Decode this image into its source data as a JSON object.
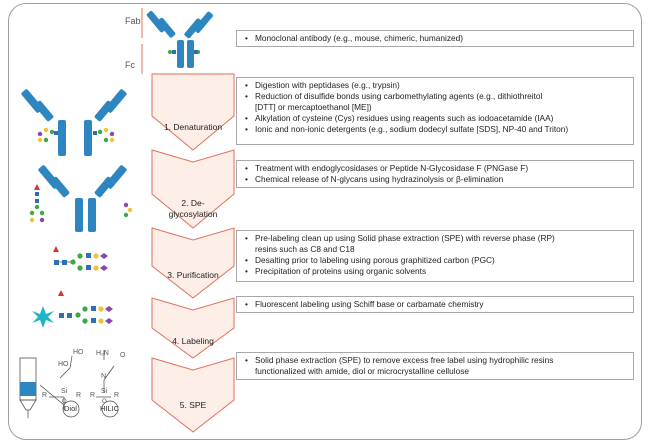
{
  "labels": {
    "fab": "Fab",
    "fc": "Fc",
    "diol": "Diol",
    "hilic": "HILIC",
    "chem_ho": "HO",
    "chem_ho2": "HO",
    "chem_o": "O",
    "chem_h2n": "H₂N",
    "chem_r1": "R",
    "chem_si1": "Si",
    "chem_r2": "R",
    "chem_r3": "R",
    "chem_si2": "Si",
    "chem_r4": "R",
    "chem_o1": "O",
    "chem_o2": "O",
    "chem_n": "N"
  },
  "steps": [
    {
      "label": ""
    },
    {
      "label": "1. Denaturation"
    },
    {
      "label": "2. De-",
      "label2": "glycosylation"
    },
    {
      "label": "3. Purification"
    },
    {
      "label": "4. Labeling"
    },
    {
      "label": "5. SPE"
    }
  ],
  "boxes": [
    {
      "items": [
        "Monoclonal antibody (e.g., mouse, chimeric, humanized)"
      ]
    },
    {
      "items": [
        "Digestion with peptidases (e.g., trypsin)",
        "Reduction of disulfide bonds using carbomethylating agents (e.g., dithiothreitol",
        "[DTT] or mercaptoethanol [ME])",
        "Alkylation of cysteine (Cys) residues using reagents such as iodoacetamide (IAA)",
        "Ionic and non-ionic detergents (e.g., sodium dodecyl sulfate [SDS], NP-40 and Triton)"
      ]
    },
    {
      "items": [
        "Treatment with endoglycosidases or Peptide N-Glycosidase F (PNGase F)",
        "Chemical release of N-glycans using hydrazinolysis or β-elimination"
      ]
    },
    {
      "items": [
        "Pre-labeling clean up using Solid phase extraction (SPE) with reverse phase (RP)",
        "resins such as C8 and C18",
        "Desalting prior to labeling using porous graphitized carbon (PGC)",
        "Precipitation of proteins using organic solvents"
      ]
    },
    {
      "items": [
        "Fluorescent labeling using Schiff base or carbamate chemistry"
      ]
    },
    {
      "items": [
        "Solid phase extraction (SPE) to remove excess free label using hydrophilic resins",
        "functionalized with amide, diol or microcrystalline cellulose"
      ]
    }
  ],
  "colors": {
    "antibody": "#2e86c1",
    "chevron_fill": "#fdeee8",
    "chevron_stroke": "#e0705a",
    "glycan_blue": "#2f6fb6",
    "glycan_green": "#3aa845",
    "glycan_yellow": "#f2c230",
    "glycan_purple": "#8e44ad",
    "fucose_red": "#d9342b",
    "star": "#1fb5c8"
  }
}
